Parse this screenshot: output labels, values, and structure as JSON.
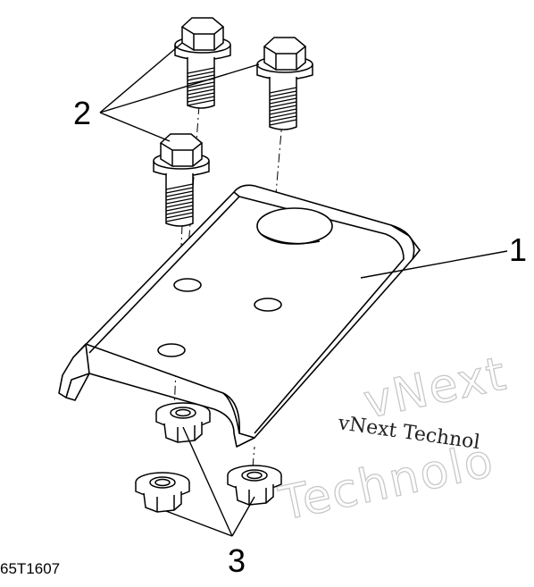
{
  "figure_id": "65T1607",
  "callouts": {
    "bracket": "1",
    "bolts": "2",
    "nuts": "3"
  },
  "watermark": {
    "line1": "vNext",
    "line2": "Technolo",
    "inline": "vNext Technol"
  }
}
